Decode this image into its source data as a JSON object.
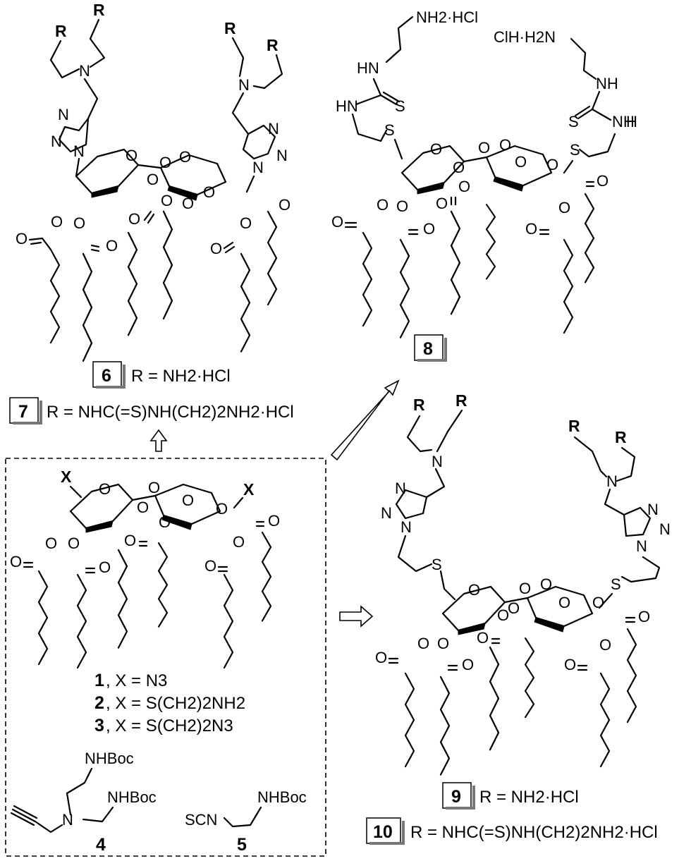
{
  "compounds": {
    "c6": {
      "number": "6",
      "label": "R = NH2·HCl"
    },
    "c7": {
      "number": "7",
      "label": "R = NHC(=S)NH(CH2)2NH2·HCl"
    },
    "c8": {
      "number": "8"
    },
    "c9": {
      "number": "9",
      "label": "R = NH2·HCl"
    },
    "c10": {
      "number": "10",
      "label": "R = NHC(=S)NH(CH2)2NH2·HCl"
    },
    "c1": {
      "number": "1",
      "label": ", X = N3"
    },
    "c2": {
      "number": "2",
      "label": ", X = S(CH2)2NH2"
    },
    "c3": {
      "number": "3",
      "label": ", X = S(CH2)2N3"
    },
    "c4": {
      "number": "4",
      "groups": [
        "NHBoc",
        "NHBoc",
        "N"
      ]
    },
    "c5": {
      "number": "5",
      "groups": [
        "NHBoc",
        "SCN"
      ]
    }
  },
  "atoms": {
    "R": "R",
    "N": "N",
    "O": "O",
    "S": "S",
    "X": "X",
    "NH": "NH",
    "HN": "HN",
    "H": "H",
    "amine_hcl": "NH2·HCl",
    "clh_amine": "ClH·H2N"
  }
}
